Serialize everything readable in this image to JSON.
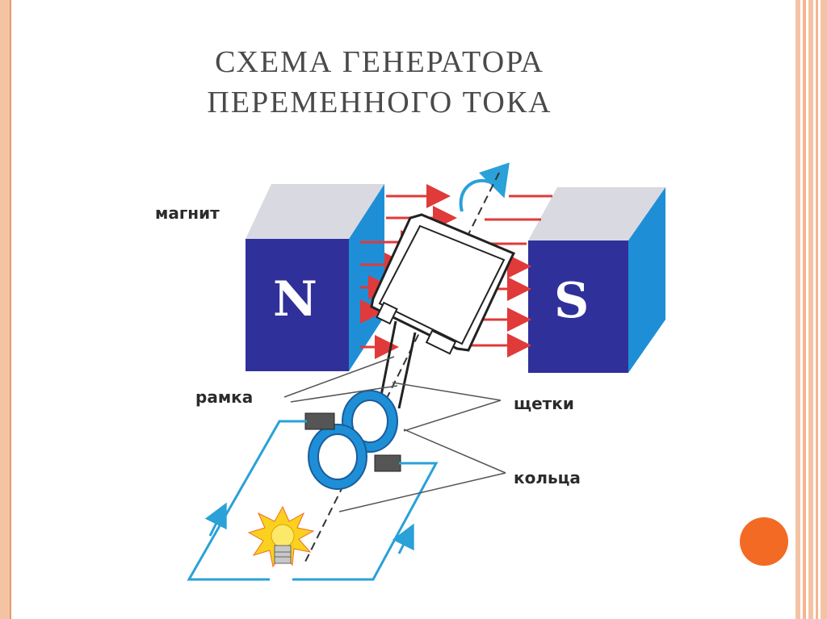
{
  "slide": {
    "title_line1": "Схема генератора",
    "title_line2": "переменного тока"
  },
  "diagram": {
    "pole_north": "N",
    "pole_south": "S",
    "labels": {
      "magnet": "магнит",
      "frame": "рамка",
      "brushes": "щетки",
      "rings": "кольца"
    }
  },
  "colors": {
    "accent": "#f36a24",
    "magnet_front": "#30309a",
    "magnet_side": "#1e8fd6",
    "field_lines": "#e03a3a",
    "circuit": "#2aa1d8"
  }
}
